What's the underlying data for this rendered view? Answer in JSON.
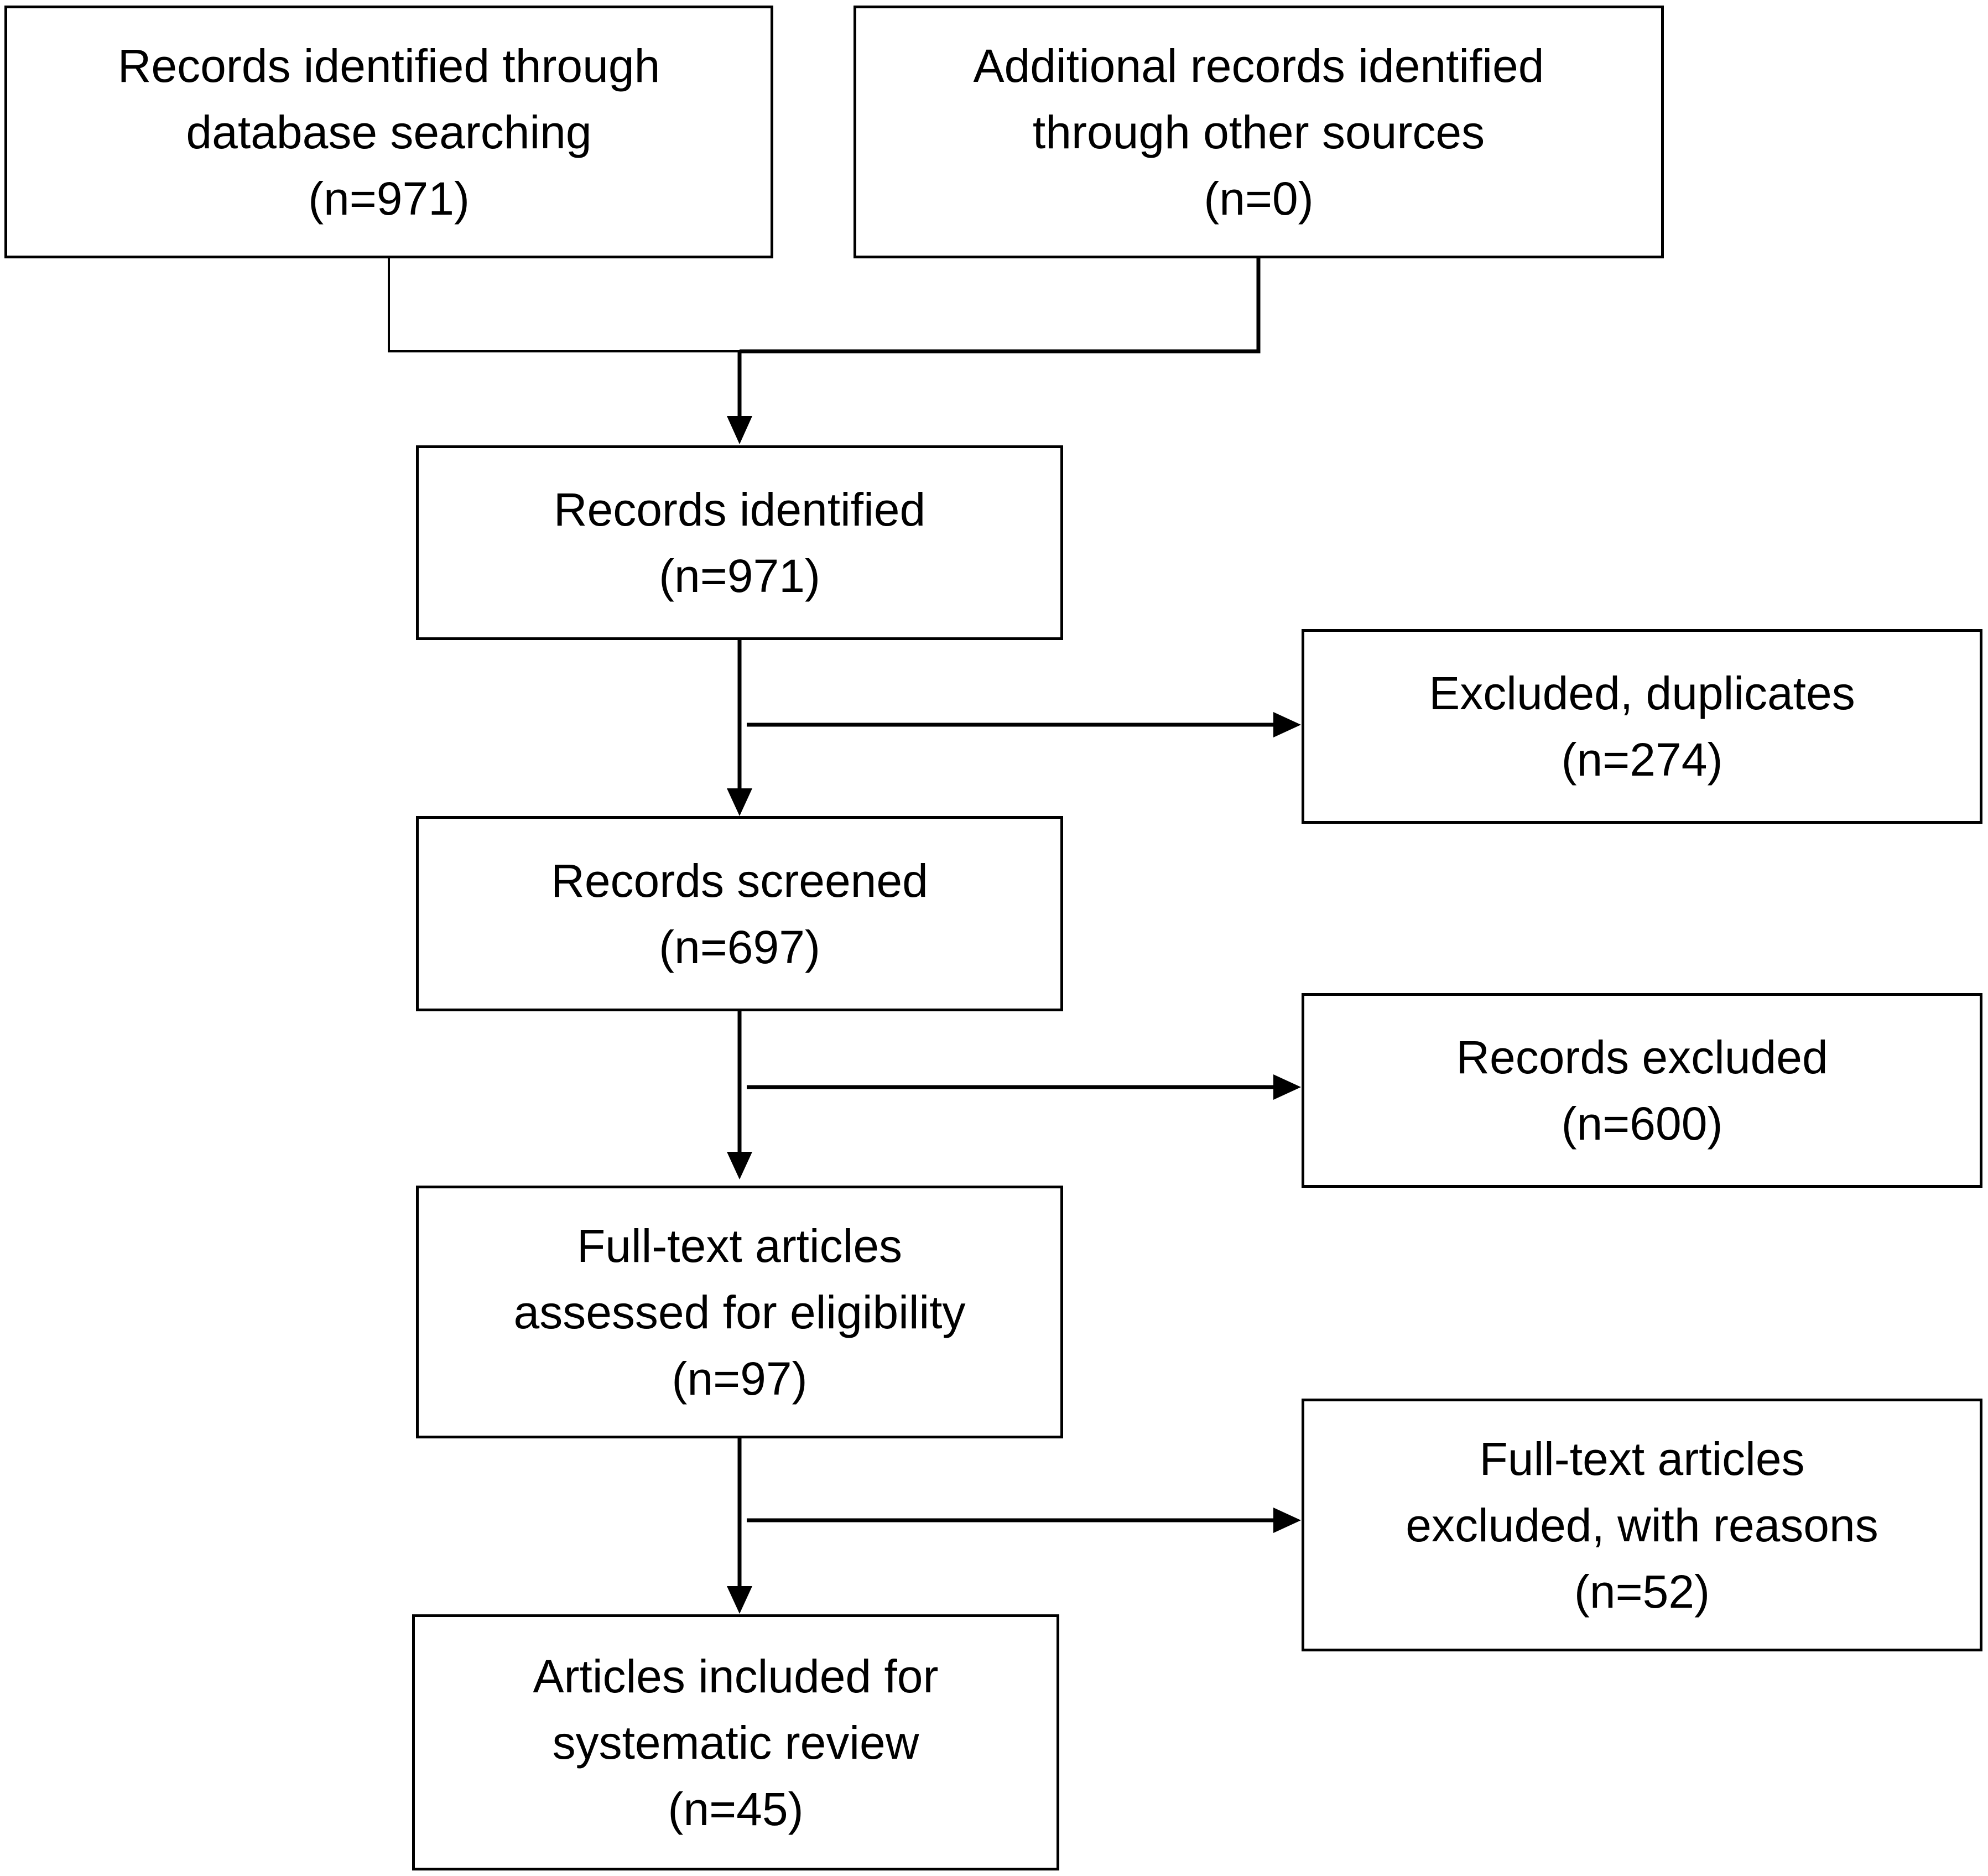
{
  "colors": {
    "stroke": "#000000",
    "background": "#ffffff",
    "text": "#000000"
  },
  "boxes": {
    "database": {
      "line1": "Records identified through",
      "line2": "database searching",
      "count": "(n=971)"
    },
    "other_sources": {
      "line1": "Additional records identified",
      "line2": "through other sources",
      "count": "(n=0)"
    },
    "identified": {
      "line1": "Records identified",
      "count": "(n=971)"
    },
    "duplicates": {
      "line1": "Excluded, duplicates",
      "count": "(n=274)"
    },
    "screened": {
      "line1": "Records screened",
      "count": "(n=697)"
    },
    "excluded": {
      "line1": "Records excluded",
      "count": "(n=600)"
    },
    "fulltext": {
      "line1": "Full-text articles",
      "line2": "assessed for eligibility",
      "count": "(n=97)"
    },
    "fulltext_excluded": {
      "line1": "Full-text articles",
      "line2": "excluded, with reasons",
      "count": "(n=52)"
    },
    "included": {
      "line1": "Articles included for",
      "line2": "systematic review",
      "count": "(n=45)"
    }
  }
}
